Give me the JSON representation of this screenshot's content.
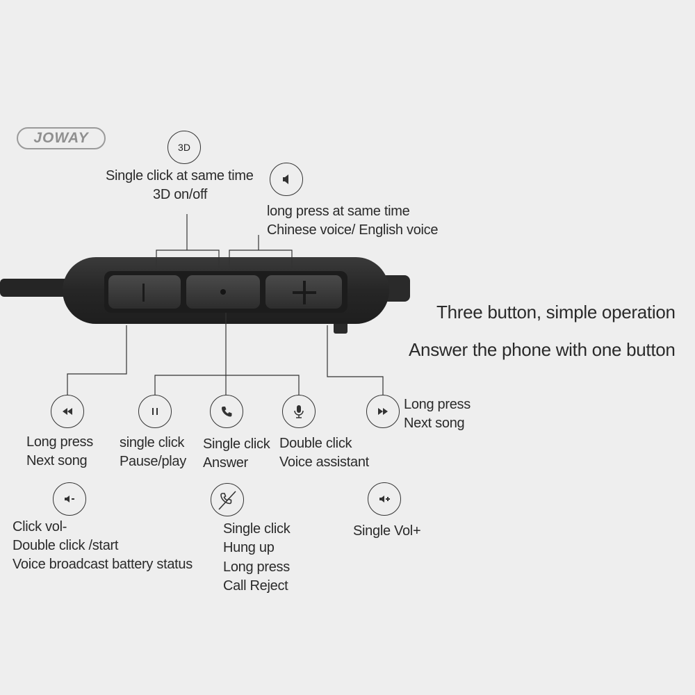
{
  "brand": {
    "logo_text": "JOWAY"
  },
  "top_labels": {
    "three_d_badge": "3D",
    "three_d_line1": "Single click at same time",
    "three_d_line2": "3D on/off",
    "voice_line1": "long press at same time",
    "voice_line2": "Chinese voice/ English voice"
  },
  "headlines": {
    "line1": "Three button, simple operation",
    "line2": "Answer the phone with one button"
  },
  "functions": [
    {
      "icon": "rewind-icon",
      "line1": "Long press",
      "line2": "Next song"
    },
    {
      "icon": "pause-icon",
      "line1": "single click",
      "line2": "Pause/play"
    },
    {
      "icon": "phone-icon",
      "line1": "Single click",
      "line2": "Answer"
    },
    {
      "icon": "microphone-icon",
      "line1": "Double click",
      "line2": "Voice assistant"
    },
    {
      "icon": "fast-forward-icon",
      "line1": "Long press",
      "line2": "Next song"
    }
  ],
  "bottom_functions": {
    "vol_down": {
      "icon": "volume-down-icon",
      "lines": [
        "Click vol-",
        "Double click /start",
        "Voice broadcast battery status"
      ]
    },
    "hang_up": {
      "icon": "hang-up-icon",
      "lines": [
        "Single click",
        "Hung up",
        "Long press",
        "Call Reject"
      ]
    },
    "vol_up": {
      "icon": "volume-up-icon",
      "lines": [
        "Single Vol+"
      ]
    }
  },
  "colors": {
    "background": "#eeeeee",
    "remote_body": "#2b2b2b",
    "button": "#3a3a3a",
    "line": "#333333"
  }
}
